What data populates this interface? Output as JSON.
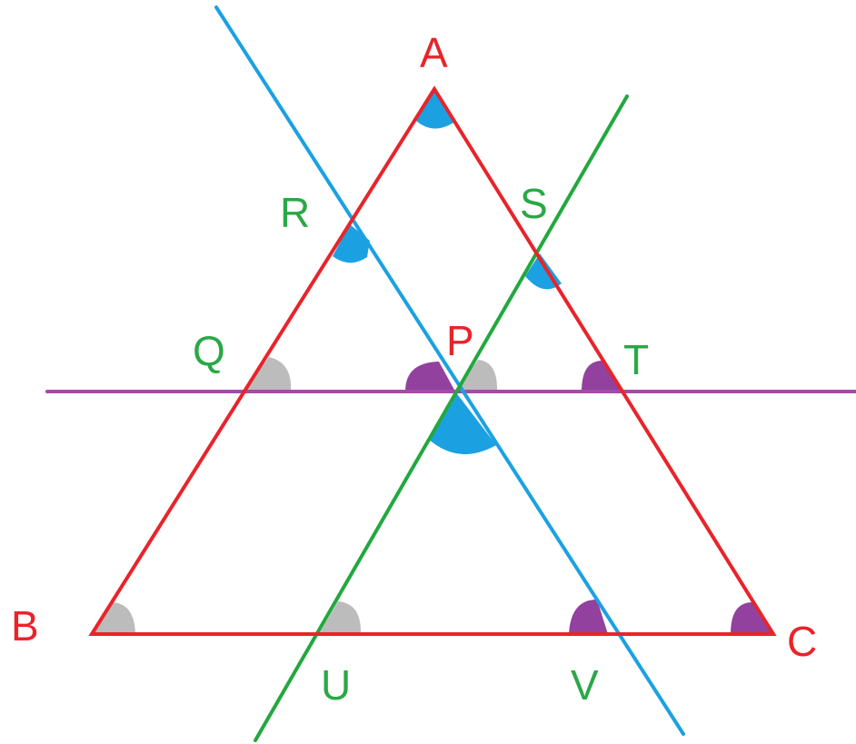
{
  "colors": {
    "triangle": "#e8242a",
    "blue_line": "#1ba1e2",
    "green_line": "#22a83e",
    "purple_line": "#a34ba6",
    "blue_arc": "#1ba1e2",
    "purple_arc": "#93419e",
    "gray_arc": "#bcbcbc",
    "red_label": "#e8242a",
    "green_label": "#2aa845"
  },
  "labels": {
    "A": "A",
    "B": "B",
    "C": "C",
    "P": "P",
    "Q": "Q",
    "R": "R",
    "S": "S",
    "T": "T",
    "U": "U",
    "V": "V"
  }
}
